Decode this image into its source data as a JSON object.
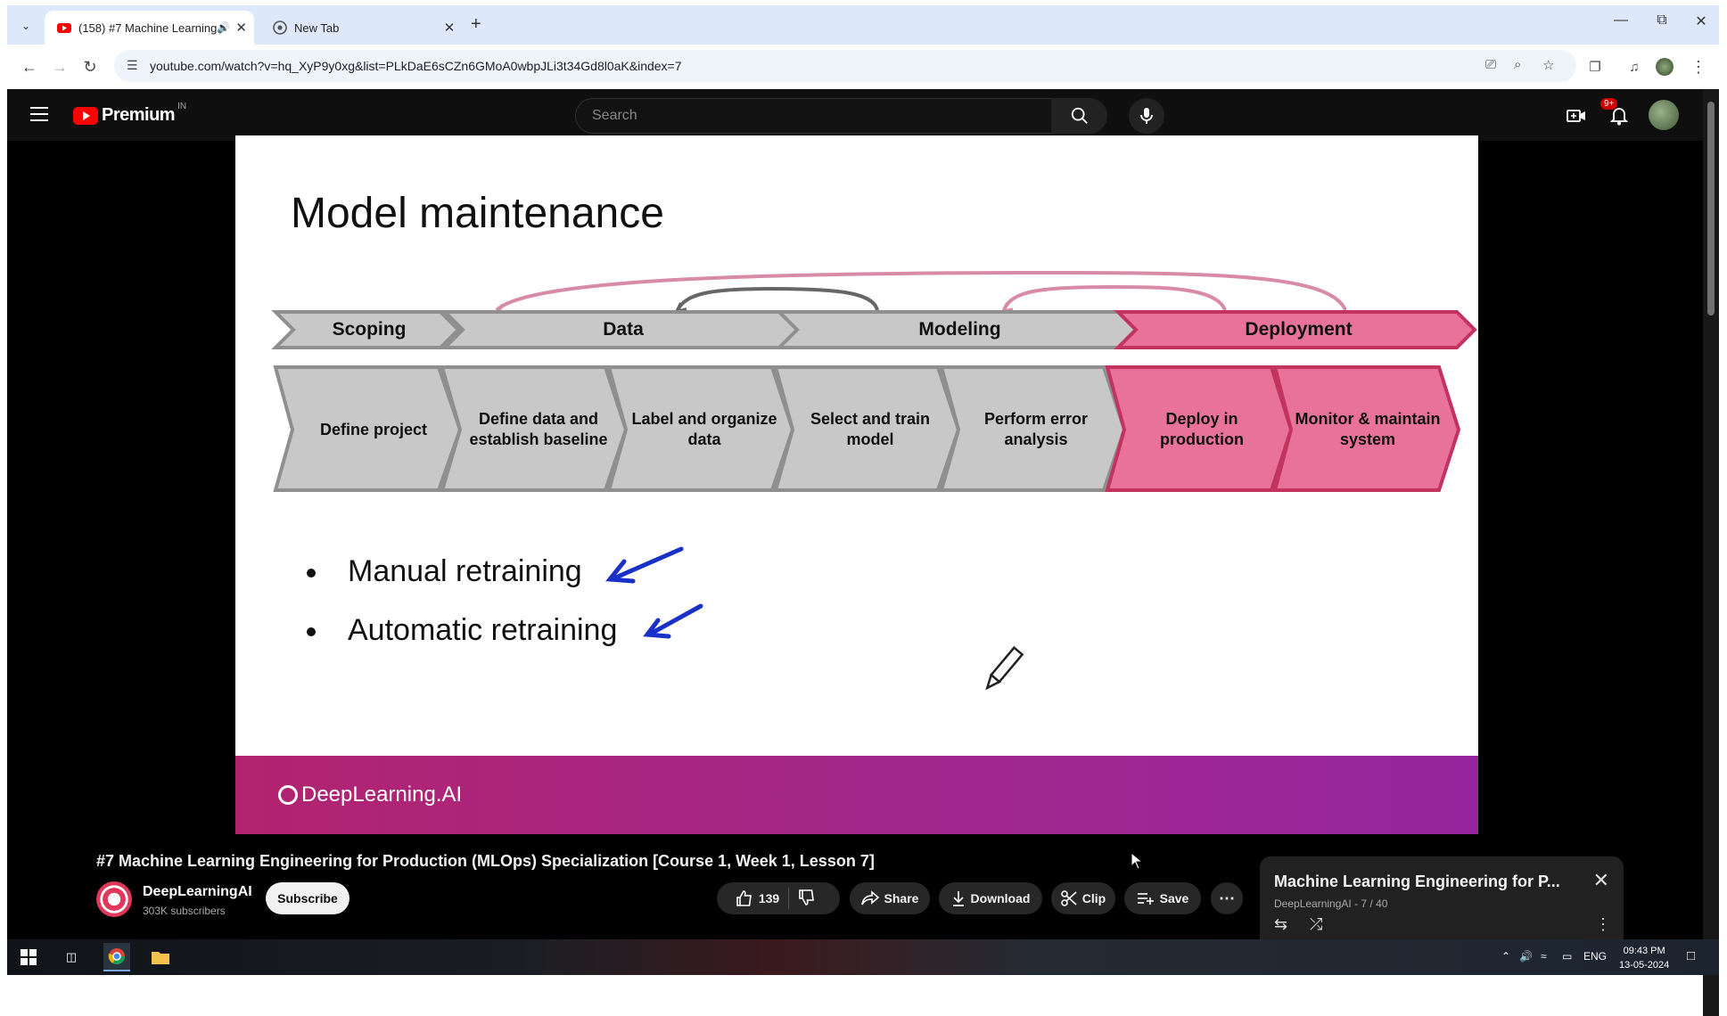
{
  "browser": {
    "tabs": [
      {
        "title": "(158) #7 Machine Learning",
        "active": true
      },
      {
        "title": "New Tab",
        "active": false
      }
    ],
    "url": "youtube.com/watch?v=hq_XyP9y0xg&list=PLkDaE6sCZn6GMoA0wbpJLi3t34Gd8l0aK&index=7"
  },
  "youtube": {
    "logo_text": "Premium",
    "country_code": "IN",
    "search_placeholder": "Search",
    "notifications_badge": "9+"
  },
  "slide": {
    "title": "Model maintenance",
    "phases": [
      "Scoping",
      "Data",
      "Modeling",
      "Deployment"
    ],
    "steps": [
      "Define project",
      "Define data and establish baseline",
      "Label and organize data",
      "Select and train model",
      "Perform error analysis",
      "Deploy in production",
      "Monitor & maintain system"
    ],
    "bullets": [
      "Manual retraining",
      "Automatic retraining"
    ],
    "brand": "DeepLearning.AI",
    "colors": {
      "gray": "#c8c8c8",
      "gray_border": "#8f8f8f",
      "pink": "#e8729a",
      "pink_border": "#c2345f",
      "arrow_blue": "#1a31c8"
    }
  },
  "video": {
    "title": "#7 Machine Learning Engineering for Production (MLOps) Specialization [Course 1, Week 1, Lesson 7]",
    "channel": "DeepLearningAI",
    "subscribers": "303K subscribers",
    "subscribe_label": "Subscribe",
    "likes": "139",
    "share_label": "Share",
    "download_label": "Download",
    "clip_label": "Clip",
    "save_label": "Save"
  },
  "miniplayer": {
    "title": "Machine Learning Engineering for P...",
    "subtitle": "DeepLearningAI - 7 / 40"
  },
  "taskbar": {
    "language": "ENG",
    "time": "09:43 PM",
    "date": "13-05-2024"
  }
}
